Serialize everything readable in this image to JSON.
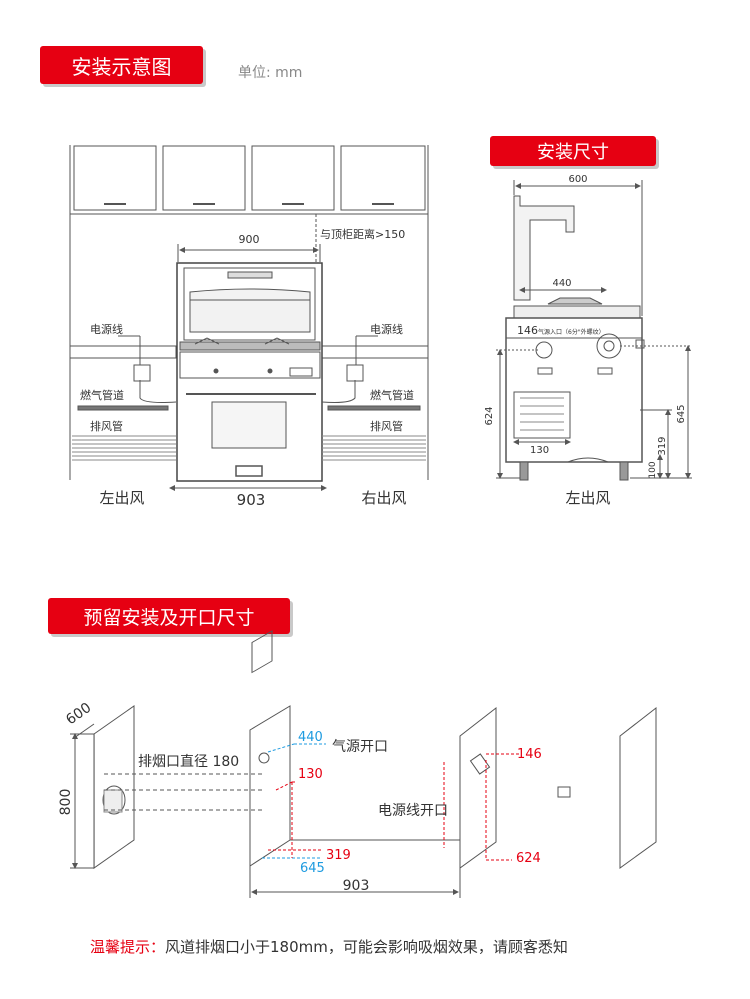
{
  "header": {
    "title": "安装示意图",
    "unit": "单位: mm"
  },
  "install_diagram": {
    "dim_width_top": "900",
    "dim_top_clearance": "与顶柜距离>150",
    "power_left": "电源线",
    "power_right": "电源线",
    "gas_left": "燃气管道",
    "gas_right": "燃气管道",
    "exhaust_left": "排风管",
    "exhaust_right": "排风管",
    "dim_width_bottom": "903",
    "outlet_left": "左出风",
    "outlet_right": "右出风"
  },
  "size_diagram": {
    "title": "安装尺寸",
    "dim_600": "600",
    "dim_440": "440",
    "dim_146": "146",
    "gas_inlet_note": "气源入口（6分\"外螺纹）",
    "dim_624": "624",
    "dim_645": "645",
    "dim_319": "319",
    "dim_130": "130",
    "dim_100": "100",
    "outlet": "左出风"
  },
  "reserve_section": {
    "title": "预留安装及开口尺寸",
    "dim_600": "600",
    "dim_800": "800",
    "flue_label": "排烟口直径 180",
    "dim_440": "440",
    "gas_opening": "气源开口",
    "dim_130": "130",
    "dim_319": "319",
    "dim_645": "645",
    "dim_903": "903",
    "power_opening": "电源线开口",
    "dim_146": "146",
    "dim_624": "624"
  },
  "tip": {
    "label": "温馨提示：",
    "text": "风道排烟口小于180mm，可能会影响吸烟效果，请顾客悉知"
  },
  "colors": {
    "accent_red": "#e60012",
    "dim_blue": "#1e9be0",
    "line_gray": "#555555"
  }
}
